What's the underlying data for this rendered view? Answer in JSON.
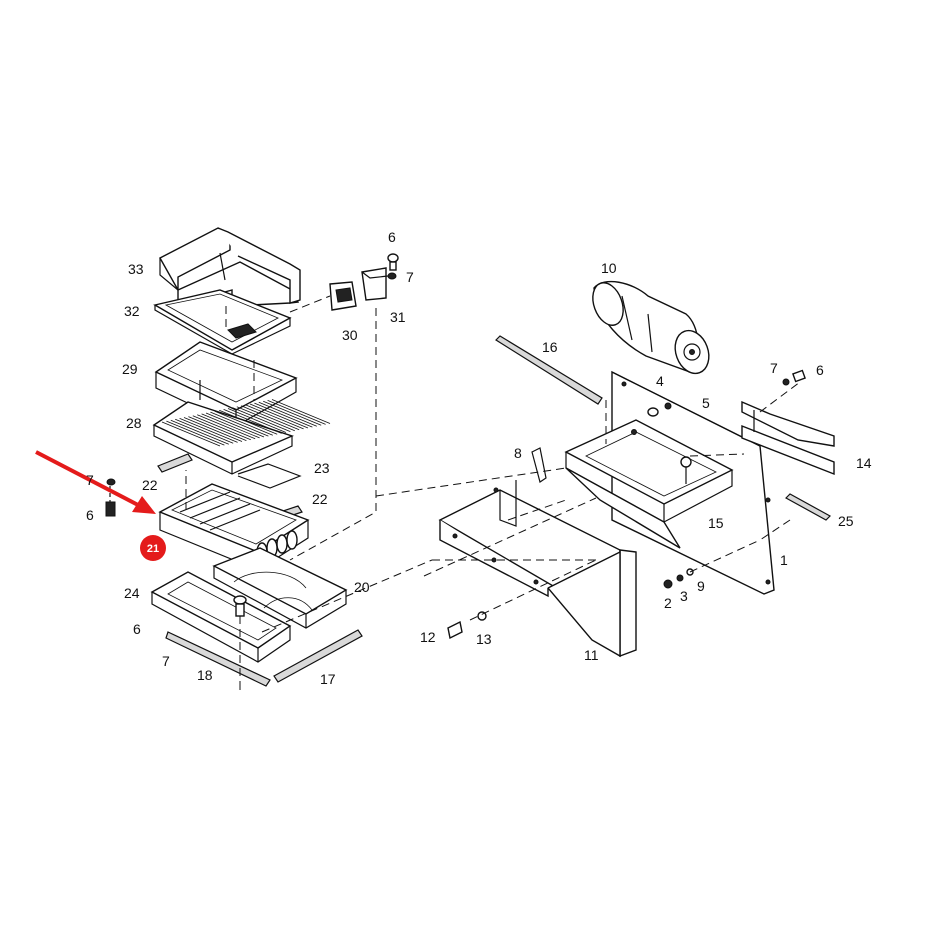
{
  "labels": {
    "p1": "1",
    "p2": "2",
    "p3": "3",
    "p4": "4",
    "p5": "5",
    "p6a": "6",
    "p6b": "6",
    "p6c": "6",
    "p6d": "6",
    "p7a": "7",
    "p7b": "7",
    "p7c": "7",
    "p7d": "7",
    "p8": "8",
    "p9": "9",
    "p10": "10",
    "p11": "11",
    "p12": "12",
    "p13": "13",
    "p14": "14",
    "p15": "15",
    "p16": "16",
    "p17": "17",
    "p18": "18",
    "p20": "20",
    "p22a": "22",
    "p22b": "22",
    "p23": "23",
    "p24": "24",
    "p25": "25",
    "p28": "28",
    "p29": "29",
    "p30": "30",
    "p31": "31",
    "p32": "32",
    "p33": "33"
  },
  "highlight": {
    "label": "21",
    "badge_color": "#e41b1b",
    "arrow_color": "#e41b1b"
  }
}
